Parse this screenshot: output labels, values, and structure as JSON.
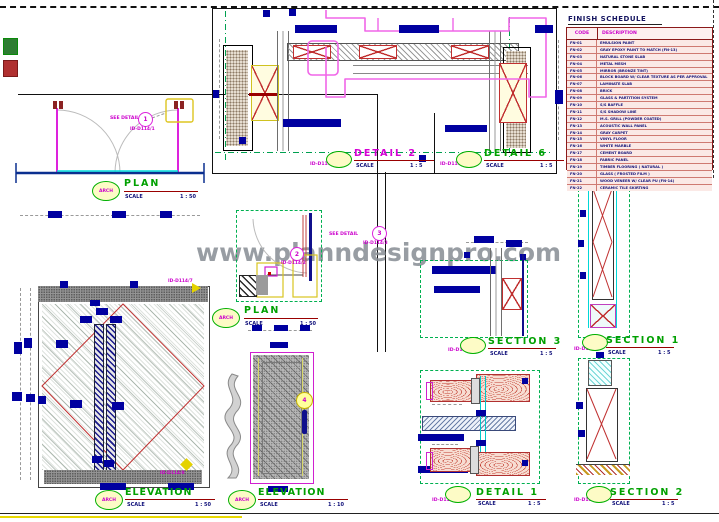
{
  "sheet": {
    "watermark": "www.planndesignpro.com"
  },
  "common": {
    "scale_label": "SCALE"
  },
  "schedule": {
    "title": "FINISH SCHEDULE",
    "columns": [
      "CODE",
      "DESCRIPTION"
    ],
    "rows": [
      [
        "FN-01",
        "EMULSION PAINT"
      ],
      [
        "FN-02",
        "GRAY EPOXY PAINT TO MATCH (FN-13)"
      ],
      [
        "FN-03",
        "NATURAL STONE SLAB"
      ],
      [
        "FN-04",
        "METAL MESH"
      ],
      [
        "FN-05",
        "MIRROR (BRONZE TINT)"
      ],
      [
        "FN-06",
        "BLOCK BOARD W/ CLEAR TEXTURE AS PER APPROVAL"
      ],
      [
        "FN-07",
        "LAMINATE SLAB"
      ],
      [
        "FN-08",
        "BRICK"
      ],
      [
        "FN-09",
        "GLASS & PARTITION SYSTEM"
      ],
      [
        "FN-10",
        "S/S BAFFLE"
      ],
      [
        "FN-11",
        "S/S SHADOW LINE"
      ],
      [
        "FN-12",
        "M.S. GRILL (POWDER COATED)"
      ],
      [
        "FN-13",
        "ACOUSTIC WALL PANEL"
      ],
      [
        "FN-14",
        "GRAY CARPET"
      ],
      [
        "FN-15",
        "VINYL FLOOR"
      ],
      [
        "FN-16",
        "WHITE MARBLE"
      ],
      [
        "FN-17",
        "CEMENT BOARD"
      ],
      [
        "FN-18",
        "FABRIC PANEL"
      ],
      [
        "FN-19",
        "TIMBER FLOORING ( NATURAL )"
      ],
      [
        "FN-20",
        "GLASS ( FROSTED FILM )"
      ],
      [
        "FN-21",
        "WOOD VENEER W/ CLEAR PU (FN-14)"
      ],
      [
        "FN-22",
        "CERAMIC TILE SKIRTING"
      ]
    ]
  },
  "views": {
    "detail2": {
      "title": "DETAIL  2",
      "id": "ID-D114/2",
      "scale": "1 : 5"
    },
    "detail6": {
      "title": "DETAIL  6",
      "id": "ID-D114/6",
      "scale": "1 : 5"
    },
    "plan_double": {
      "title": "PLAN",
      "callout": "ARCH",
      "scale": "1 : 50"
    },
    "plan_single": {
      "title": "PLAN",
      "callout": "ARCH",
      "scale": "1 : 50"
    },
    "elev_double": {
      "title": "ELEVATION",
      "callout": "ARCH",
      "scale": "1 : 50"
    },
    "elev_single": {
      "title": "ELEVATION",
      "callout": "ARCH",
      "scale": "1 : 10"
    },
    "section3": {
      "title": "SECTION  3",
      "id": "ID-D114/3",
      "scale": "1 : 5"
    },
    "section1": {
      "title": "SECTION  1",
      "id": "ID-D114/1",
      "scale": "1 : 5"
    },
    "detail1": {
      "title": "DETAIL  1",
      "id": "ID-D114/1",
      "scale": "1 : 5"
    },
    "section2": {
      "title": "SECTION  2",
      "id": "ID-D114/2",
      "scale": "1 : 5"
    }
  },
  "callouts": {
    "see_detail": "SEE DETAIL",
    "plan_double": {
      "num": "1",
      "id": "ID-D114/1"
    },
    "plan_single_inner": {
      "num": "2",
      "id": "ID-D114/2"
    },
    "plan_single_outer": {
      "num": "3",
      "id": "ID-D114/3"
    },
    "elev_top_flag": "ID-D114/7",
    "elev_bottom_flag": "ID-D114/8",
    "elev_single": {
      "num": "4"
    }
  }
}
